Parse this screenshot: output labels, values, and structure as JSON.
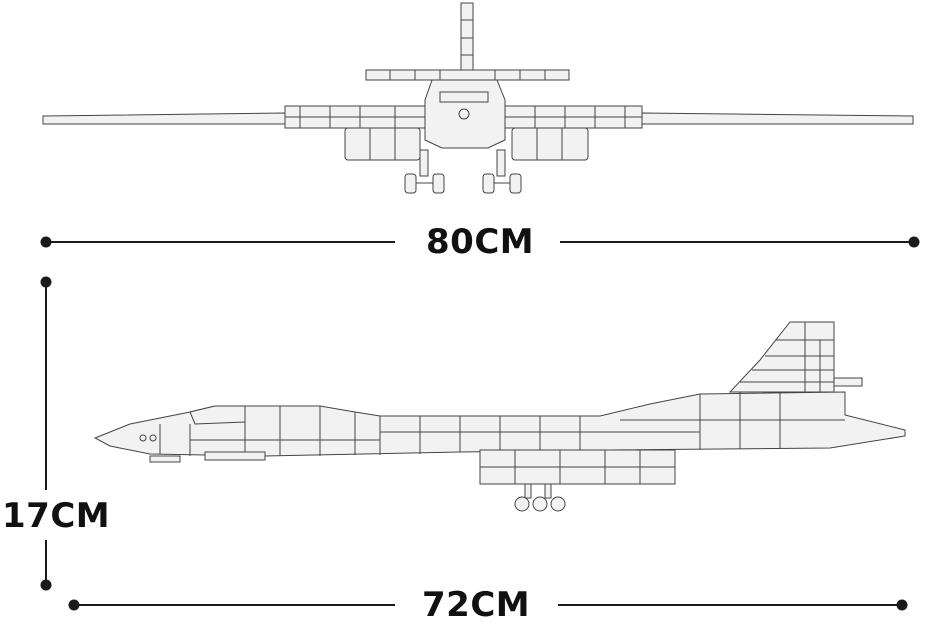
{
  "dimensions": {
    "wingspan": "80CM",
    "height": "17CM",
    "length": "72CM"
  },
  "colors": {
    "line": "#1a1a1a",
    "outline": "#444444",
    "fill": "#f2f2f2",
    "background": "#ffffff"
  },
  "views": [
    "front-view",
    "side-view"
  ]
}
